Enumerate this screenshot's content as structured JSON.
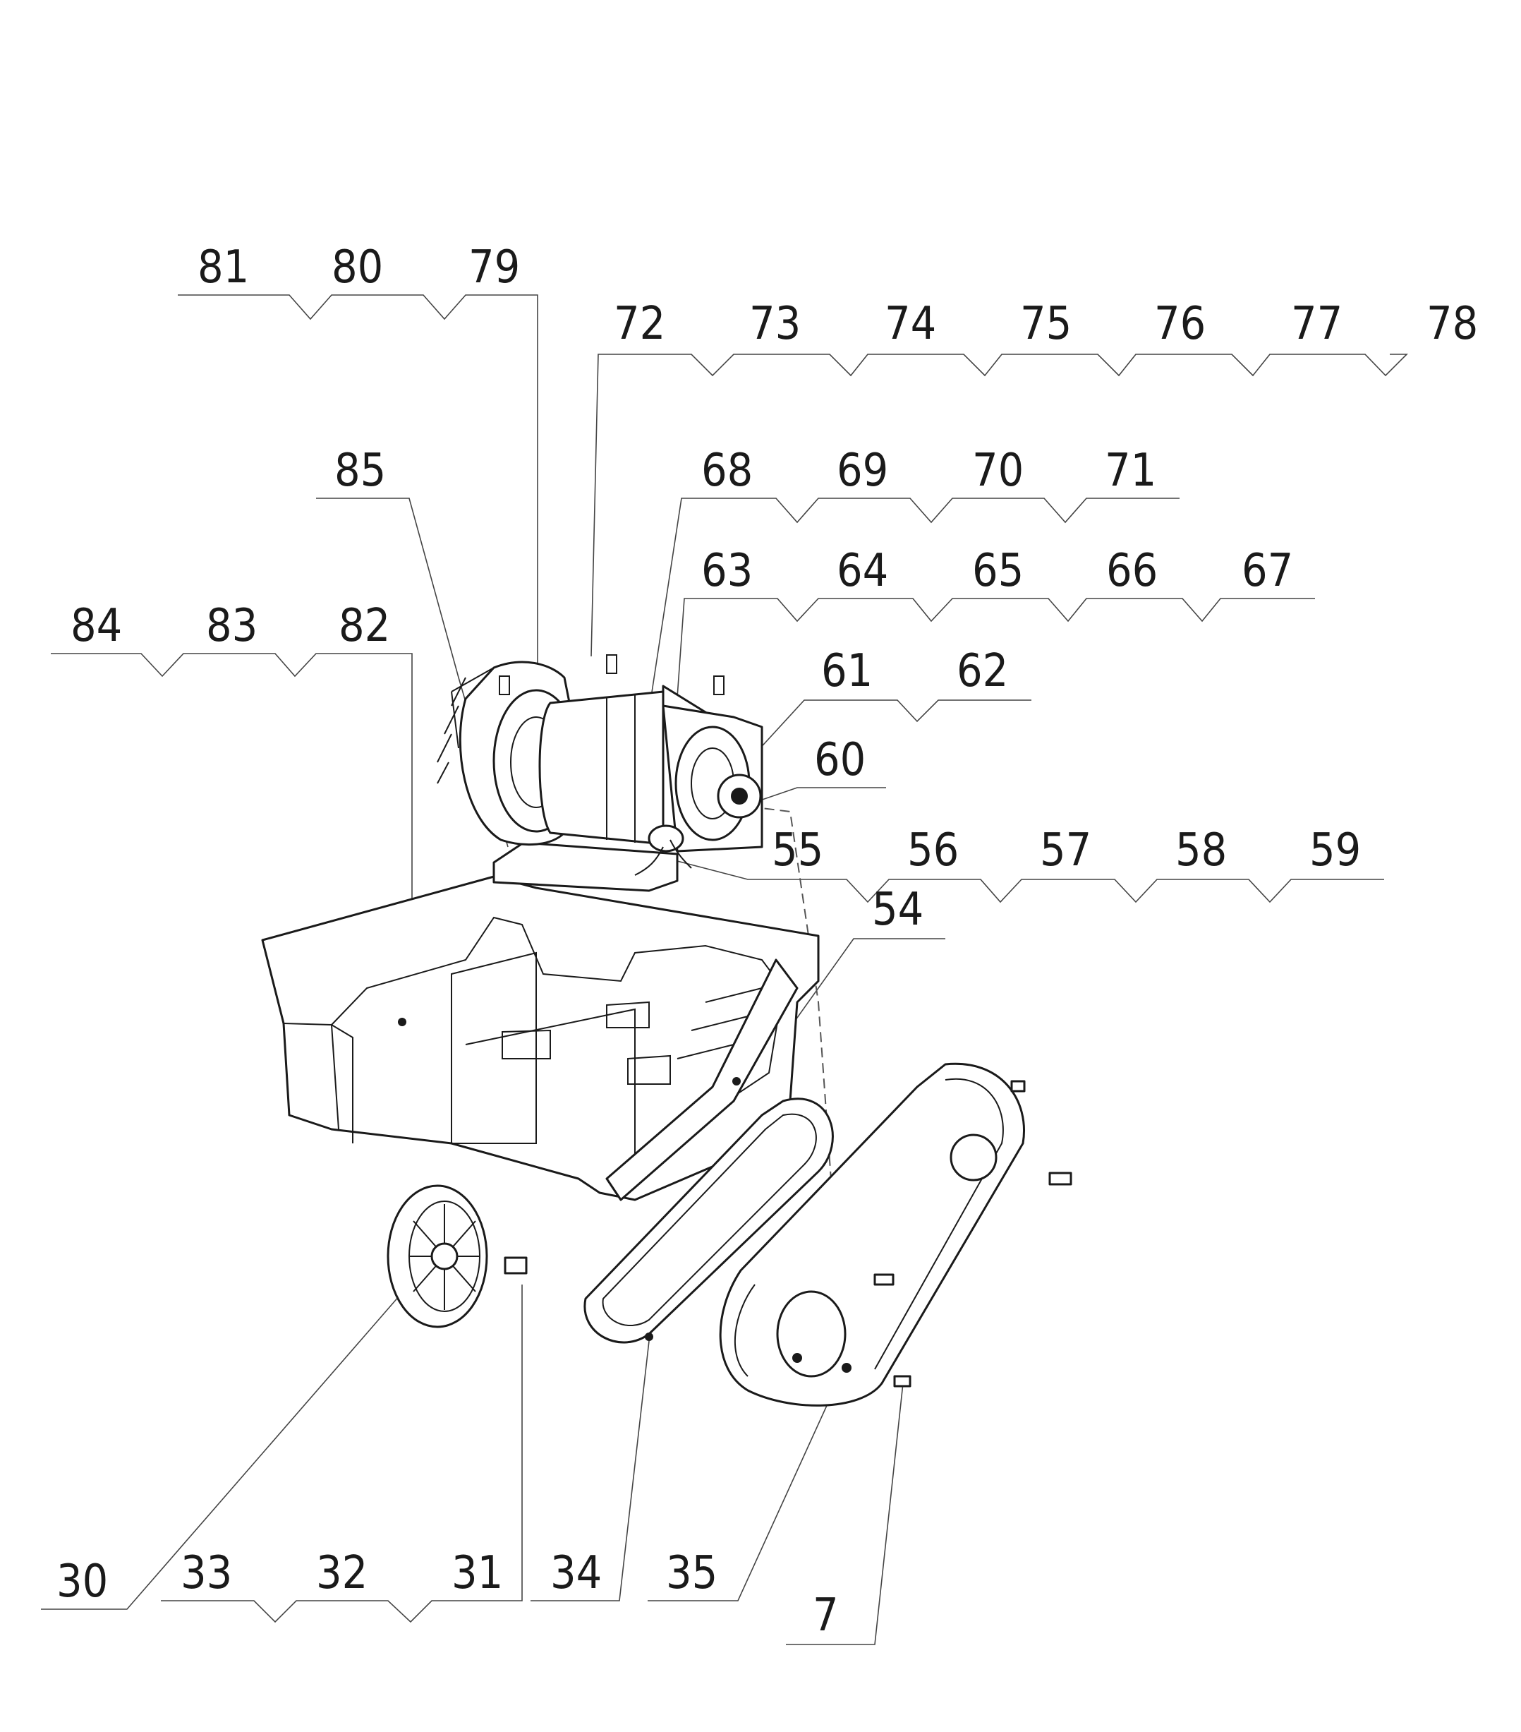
{
  "callouts": {
    "n81": "81",
    "n80": "80",
    "n79": "79",
    "n72": "72",
    "n73": "73",
    "n74": "74",
    "n75": "75",
    "n76": "76",
    "n77": "77",
    "n78": "78",
    "n85": "85",
    "n68": "68",
    "n69": "69",
    "n70": "70",
    "n71": "71",
    "n63": "63",
    "n64": "64",
    "n65": "65",
    "n66": "66",
    "n67": "67",
    "n84": "84",
    "n83": "83",
    "n82": "82",
    "n61": "61",
    "n62": "62",
    "n60": "60",
    "n55": "55",
    "n56": "56",
    "n57": "57",
    "n58": "58",
    "n59": "59",
    "n54": "54",
    "n30": "30",
    "n33": "33",
    "n32": "32",
    "n31": "31",
    "n34": "34",
    "n35": "35",
    "n7": "7"
  }
}
